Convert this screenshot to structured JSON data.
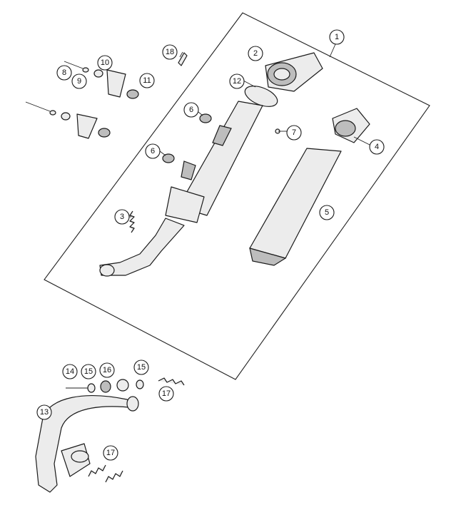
{
  "diagram": {
    "callouts": {
      "c1": "1",
      "c2": "2",
      "c3": "3",
      "c4": "4",
      "c5": "5",
      "c6a": "6",
      "c6b": "6",
      "c7": "7",
      "c8": "8",
      "c9": "9",
      "c10": "10",
      "c11": "11",
      "c12": "12",
      "c13": "13",
      "c14": "14",
      "c15a": "15",
      "c15b": "15",
      "c16": "16",
      "c17a": "17",
      "c17b": "17",
      "c18": "18"
    }
  }
}
